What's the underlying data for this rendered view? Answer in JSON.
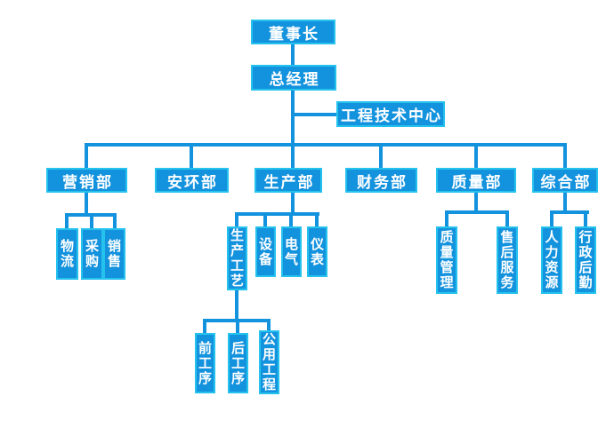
{
  "diagram": {
    "type": "org-chart",
    "colors": {
      "node_fill": "#1392de",
      "node_border": "#26c2ee",
      "connector": "#1392de",
      "text": "#ffffff",
      "background": "#ffffff"
    },
    "nodes": {
      "chairman": {
        "label": "董事长"
      },
      "general_manager": {
        "label": "总经理"
      },
      "engineering_center": {
        "label": "工程技术中心"
      },
      "marketing": {
        "label": "营销部"
      },
      "safety_env": {
        "label": "安环部"
      },
      "production": {
        "label": "生产部"
      },
      "finance": {
        "label": "财务部"
      },
      "quality": {
        "label": "质量部"
      },
      "general_affairs": {
        "label": "综合部"
      },
      "logistics": {
        "label": "物流"
      },
      "procurement": {
        "label": "采购"
      },
      "sales": {
        "label": "销售"
      },
      "production_process": {
        "label": "生产工艺"
      },
      "equipment": {
        "label": "设备"
      },
      "electrical": {
        "label": "电气"
      },
      "instrumentation": {
        "label": "仪表"
      },
      "front_process": {
        "label": "前工序"
      },
      "back_process": {
        "label": "后工序"
      },
      "utilities": {
        "label": "公用工程"
      },
      "quality_management": {
        "label": "质量管理"
      },
      "after_sales": {
        "label": "售后服务"
      },
      "human_resources": {
        "label": "人力资源"
      },
      "admin_logistics": {
        "label": "行政后勤"
      }
    },
    "edges": [
      [
        "chairman",
        "general_manager"
      ],
      [
        "general_manager",
        "engineering_center"
      ],
      [
        "general_manager",
        "marketing"
      ],
      [
        "general_manager",
        "safety_env"
      ],
      [
        "general_manager",
        "production"
      ],
      [
        "general_manager",
        "finance"
      ],
      [
        "general_manager",
        "quality"
      ],
      [
        "general_manager",
        "general_affairs"
      ],
      [
        "marketing",
        "logistics"
      ],
      [
        "marketing",
        "procurement"
      ],
      [
        "marketing",
        "sales"
      ],
      [
        "production",
        "production_process"
      ],
      [
        "production",
        "equipment"
      ],
      [
        "production",
        "electrical"
      ],
      [
        "production",
        "instrumentation"
      ],
      [
        "production_process",
        "front_process"
      ],
      [
        "production_process",
        "back_process"
      ],
      [
        "production_process",
        "utilities"
      ],
      [
        "quality",
        "quality_management"
      ],
      [
        "quality",
        "after_sales"
      ],
      [
        "general_affairs",
        "human_resources"
      ],
      [
        "general_affairs",
        "admin_logistics"
      ]
    ]
  }
}
